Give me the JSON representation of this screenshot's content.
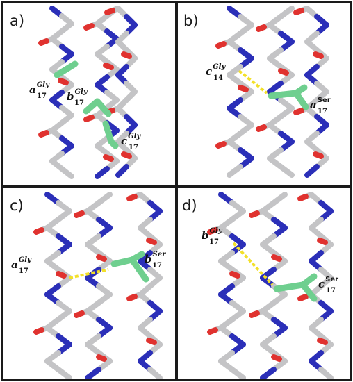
{
  "panels": [
    {
      "letter": "a)",
      "labels": [
        {
          "base": "a",
          "sup": "Gly",
          "sub": "17"
        },
        {
          "base": "b",
          "sup": "Gly",
          "sub": "17"
        },
        {
          "base": "c",
          "sup": "Gly",
          "sub": "17"
        }
      ]
    },
    {
      "letter": "b)",
      "labels": [
        {
          "base": "c",
          "sup": "Gly",
          "sub": "14"
        },
        {
          "base": "a",
          "sup": "Ser",
          "sub": "17"
        }
      ]
    },
    {
      "letter": "c)",
      "labels": [
        {
          "base": "a",
          "sup": "Gly",
          "sub": "17"
        },
        {
          "base": "b",
          "sup": "Ser",
          "sub": "17"
        }
      ]
    },
    {
      "letter": "d)",
      "labels": [
        {
          "base": "b",
          "sup": "Gly",
          "sub": "17"
        },
        {
          "base": "c",
          "sup": "Ser",
          "sub": "17"
        }
      ]
    }
  ],
  "colors": {
    "carbon": "#c4c4c6",
    "nitrogen": "#2b2fb8",
    "oxygen": "#e0322f",
    "highlight": "#6fcf8f",
    "hbond": "#f2e02a",
    "border": "#1a1a1a"
  }
}
